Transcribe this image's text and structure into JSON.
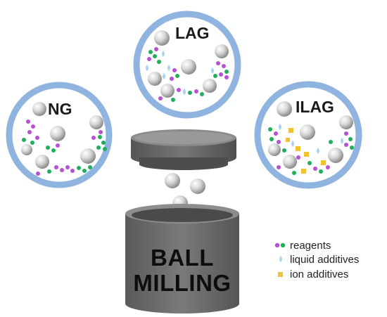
{
  "circles": {
    "ng": {
      "label": "NG"
    },
    "lag": {
      "label": "LAG"
    },
    "ilag": {
      "label": "ILAG"
    }
  },
  "jar": {
    "label_line1": "BALL",
    "label_line2": "MILLING"
  },
  "legend": {
    "reagents": "reagents",
    "liquid": "liquid additives",
    "ion": "ion additives"
  },
  "colors": {
    "ring": "#8fb4e0",
    "reagent_purple": "#b84fd6",
    "reagent_green": "#1fae5a",
    "liquid_drop": "#a9d3f0",
    "ion_cube": "#f1c232",
    "jar": "#6b6b6b",
    "ball": "#c9c9c9"
  }
}
